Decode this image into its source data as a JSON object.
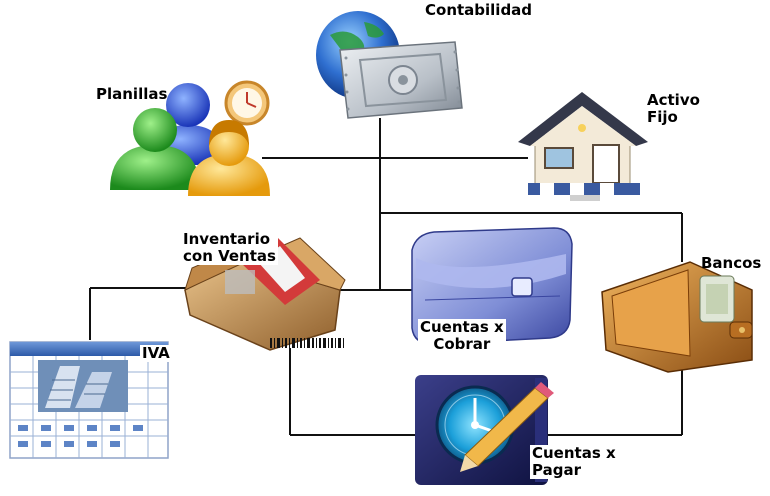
{
  "modules": {
    "contabilidad": {
      "label": "Contabilidad"
    },
    "planillas": {
      "label": "Planillas"
    },
    "activo_fijo": {
      "line1": "Activo",
      "line2": "Fijo"
    },
    "inventario": {
      "line1": "Inventario",
      "line2": "con Ventas"
    },
    "cuentas_cobrar": {
      "line1": "Cuentas x",
      "line2": "Cobrar"
    },
    "bancos": {
      "label": "Bancos"
    },
    "iva": {
      "label": "IVA"
    },
    "cuentas_pagar": {
      "line1": "Cuentas x",
      "line2": "Pagar"
    }
  },
  "colors": {
    "connector": "#111111",
    "globe": "#2f6fd0",
    "safe": "#b9c0c8",
    "house_wall": "#f3ead8",
    "house_roof": "#34384a",
    "box": "#c9965a",
    "briefcase": "#7f8ed6",
    "wallet": "#c88436",
    "calendar": "#5d84c6",
    "clock_face": "#1b9fd9"
  }
}
